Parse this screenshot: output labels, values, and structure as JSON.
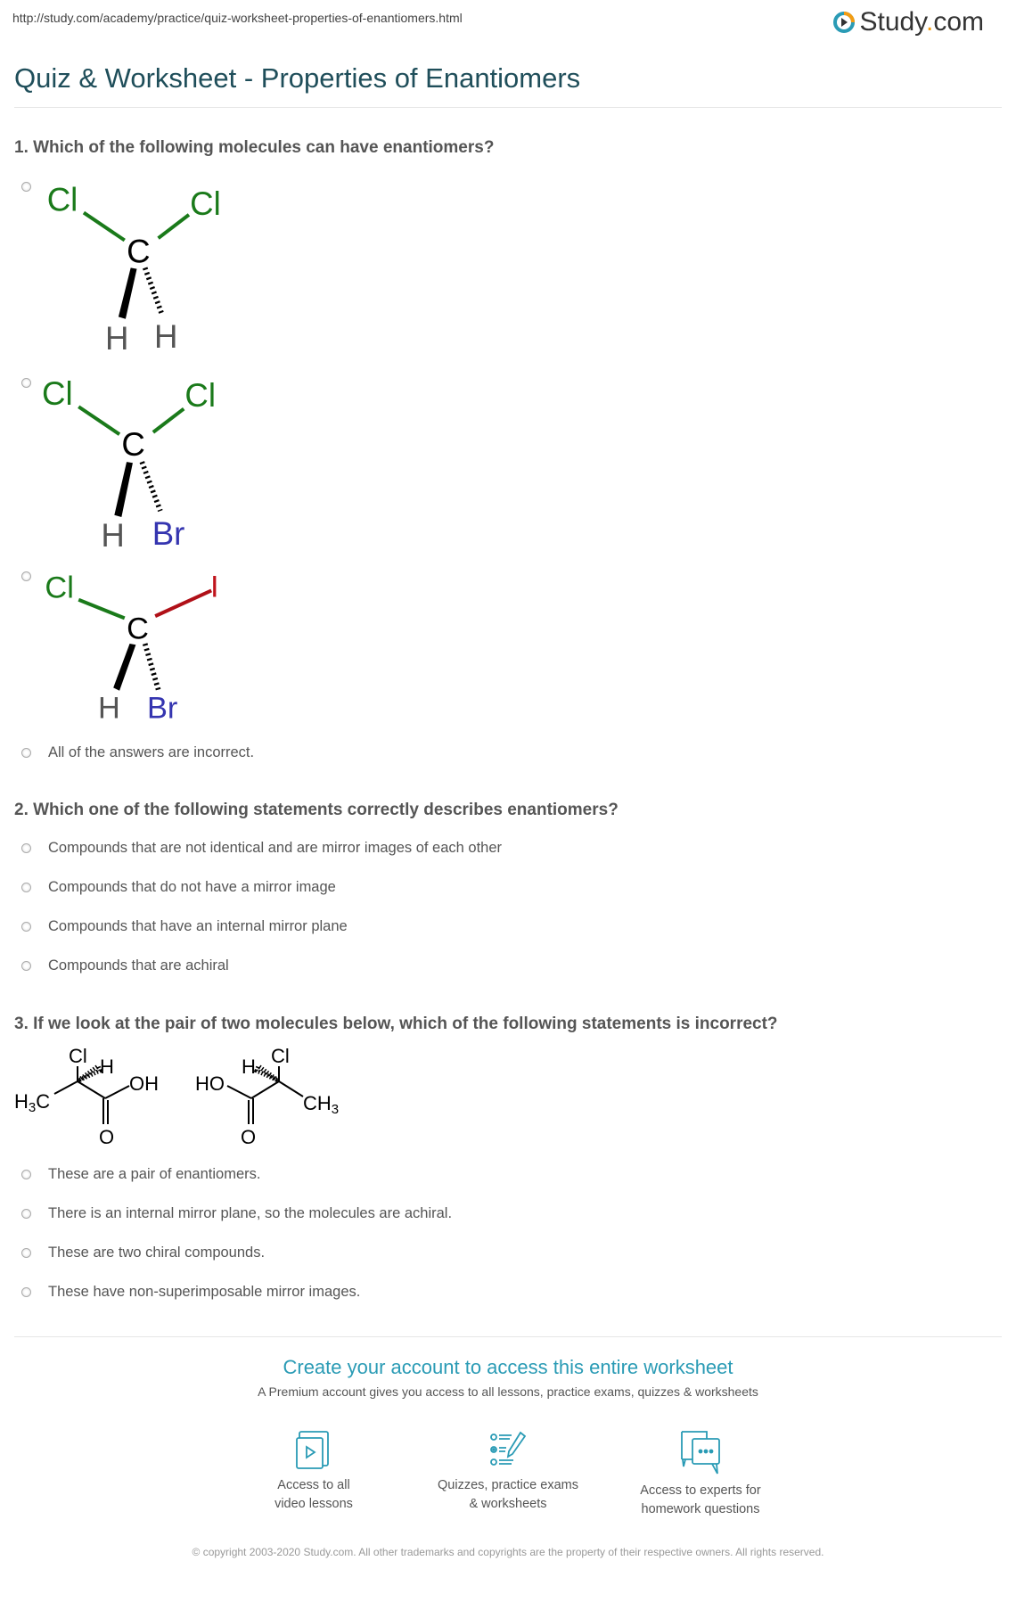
{
  "browser": {
    "url": "http://study.com/academy/practice/quiz-worksheet-properties-of-enantiomers.html"
  },
  "logo": {
    "name": "Study",
    "dot": ".",
    "suffix": "com"
  },
  "page_title": "Quiz & Worksheet - Properties of Enantiomers",
  "questions": [
    {
      "text": "1. Which of the following molecules can have enantiomers?",
      "molecules": [
        {
          "atoms": [
            "Cl",
            "Cl",
            "C",
            "H",
            "H"
          ]
        },
        {
          "atoms": [
            "Cl",
            "Cl",
            "C",
            "H",
            "Br"
          ]
        },
        {
          "atoms": [
            "Cl",
            "I",
            "C",
            "H",
            "Br"
          ]
        }
      ],
      "options": [
        "All of the answers are incorrect."
      ]
    },
    {
      "text": "2. Which one of the following statements correctly describes enantiomers?",
      "options": [
        "Compounds that are not identical and are mirror images of each other",
        "Compounds that do not have a mirror image",
        "Compounds that have an internal mirror plane",
        "Compounds that are achiral"
      ]
    },
    {
      "text": "3. If we look at the pair of two molecules below, which of the following statements is incorrect?",
      "molecules": [
        {
          "atoms": [
            "Cl",
            "H",
            "H",
            "3",
            "C",
            "OH",
            "O"
          ]
        },
        {
          "atoms": [
            "Cl",
            "H",
            "HO",
            "CH",
            "3",
            "O"
          ]
        }
      ],
      "options": [
        "These are a pair of enantiomers.",
        "There is an internal mirror plane, so the molecules are achiral.",
        "These are two chiral compounds.",
        "These have non-superimposable mirror images."
      ]
    }
  ],
  "cta": {
    "title": "Create your account to access this entire worksheet",
    "subtitle": "A Premium account gives you access to all lessons, practice exams, quizzes & worksheets",
    "features": [
      {
        "icon": "video-lessons-icon",
        "line1": "Access to all",
        "line2": "video lessons"
      },
      {
        "icon": "quiz-checklist-icon",
        "line1": "Quizzes, practice exams",
        "line2": "& worksheets"
      },
      {
        "icon": "chat-bubbles-icon",
        "line1": "Access to experts for",
        "line2": "homework questions"
      }
    ]
  },
  "footer": {
    "copyright": "© copyright 2003-2020 Study.com. All other trademarks and copyrights are the property of their respective owners. All rights reserved."
  },
  "colors": {
    "title": "#1f4e5a",
    "accent": "#2a9bb5",
    "chlorine": "#1a7a1a",
    "bromine": "#3535b0",
    "iodine": "#c0141c",
    "hydrogen": "#555555"
  }
}
